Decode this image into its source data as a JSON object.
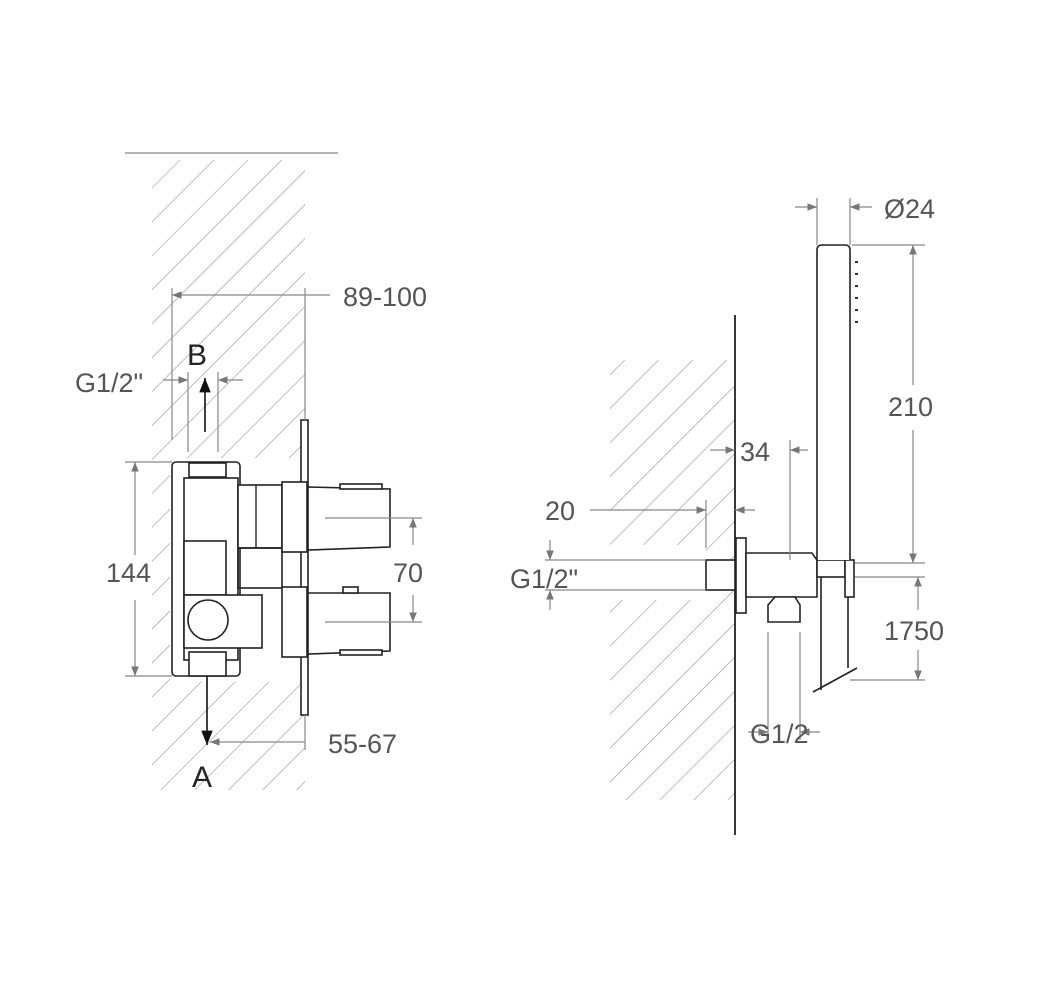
{
  "left_view": {
    "width_dim": "89-100",
    "outlet_top_label": "B",
    "thread_dim": "G1/2\"",
    "height_dim": "144",
    "handle_spacing_dim": "70",
    "depth_dim": "55-67",
    "outlet_bottom_label": "A"
  },
  "right_view": {
    "diameter_dim": "Ø24",
    "handset_length_dim": "210",
    "offset_dim": "34",
    "flange_dim": "20",
    "inlet_thread_dim": "G1/2\"",
    "hose_length_dim": "1750",
    "outlet_thread_dim": "G1/2"
  },
  "colors": {
    "line": "#222222",
    "dimension": "#888888",
    "hatch": "#999999"
  }
}
